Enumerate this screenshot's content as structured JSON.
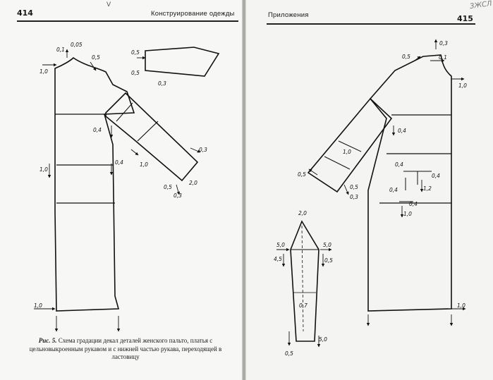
{
  "left_page": {
    "page_number": "414",
    "header_title": "Конструирование одежды",
    "tick": "V"
  },
  "right_page": {
    "header_title": "Приложения",
    "page_number": "415",
    "stamp": "ЗЖСЛ"
  },
  "caption": {
    "figure_label": "Рис. 5.",
    "text": "Схема градации декал деталей женского пальто, платья с цельновыкроенным рукавом и с нижней частью рукава, переходящей в ластовицу"
  },
  "left_labels": {
    "a": "0,1",
    "b": "0,05",
    "c": "0,5",
    "d": "1,0",
    "e": "0,5",
    "f": "0,5",
    "g": "0,3",
    "h": "0,4",
    "i": "0,4",
    "j": "1,0",
    "k": "1,0",
    "l": "0,3",
    "m": "2,0",
    "n": "0,5",
    "o": "0,3",
    "p": "1,0"
  },
  "right_labels": {
    "a": "0,5",
    "b": "0,3",
    "c": "0,1",
    "d": "1,0",
    "e": "0,4",
    "f": "1,0",
    "g": "0,5",
    "h": "0,5",
    "i": "0,3",
    "j": "0,4",
    "k": "0,4",
    "l": "0,4",
    "m": "1,2",
    "n": "0,4",
    "o": "1,0",
    "p": "1,0"
  },
  "gusset_labels": {
    "a": "2,0",
    "b": "5,0",
    "c": "4,5",
    "d": "5,0",
    "e": "0,5",
    "f": "0,7",
    "g": "5,0",
    "h": "0,5"
  }
}
